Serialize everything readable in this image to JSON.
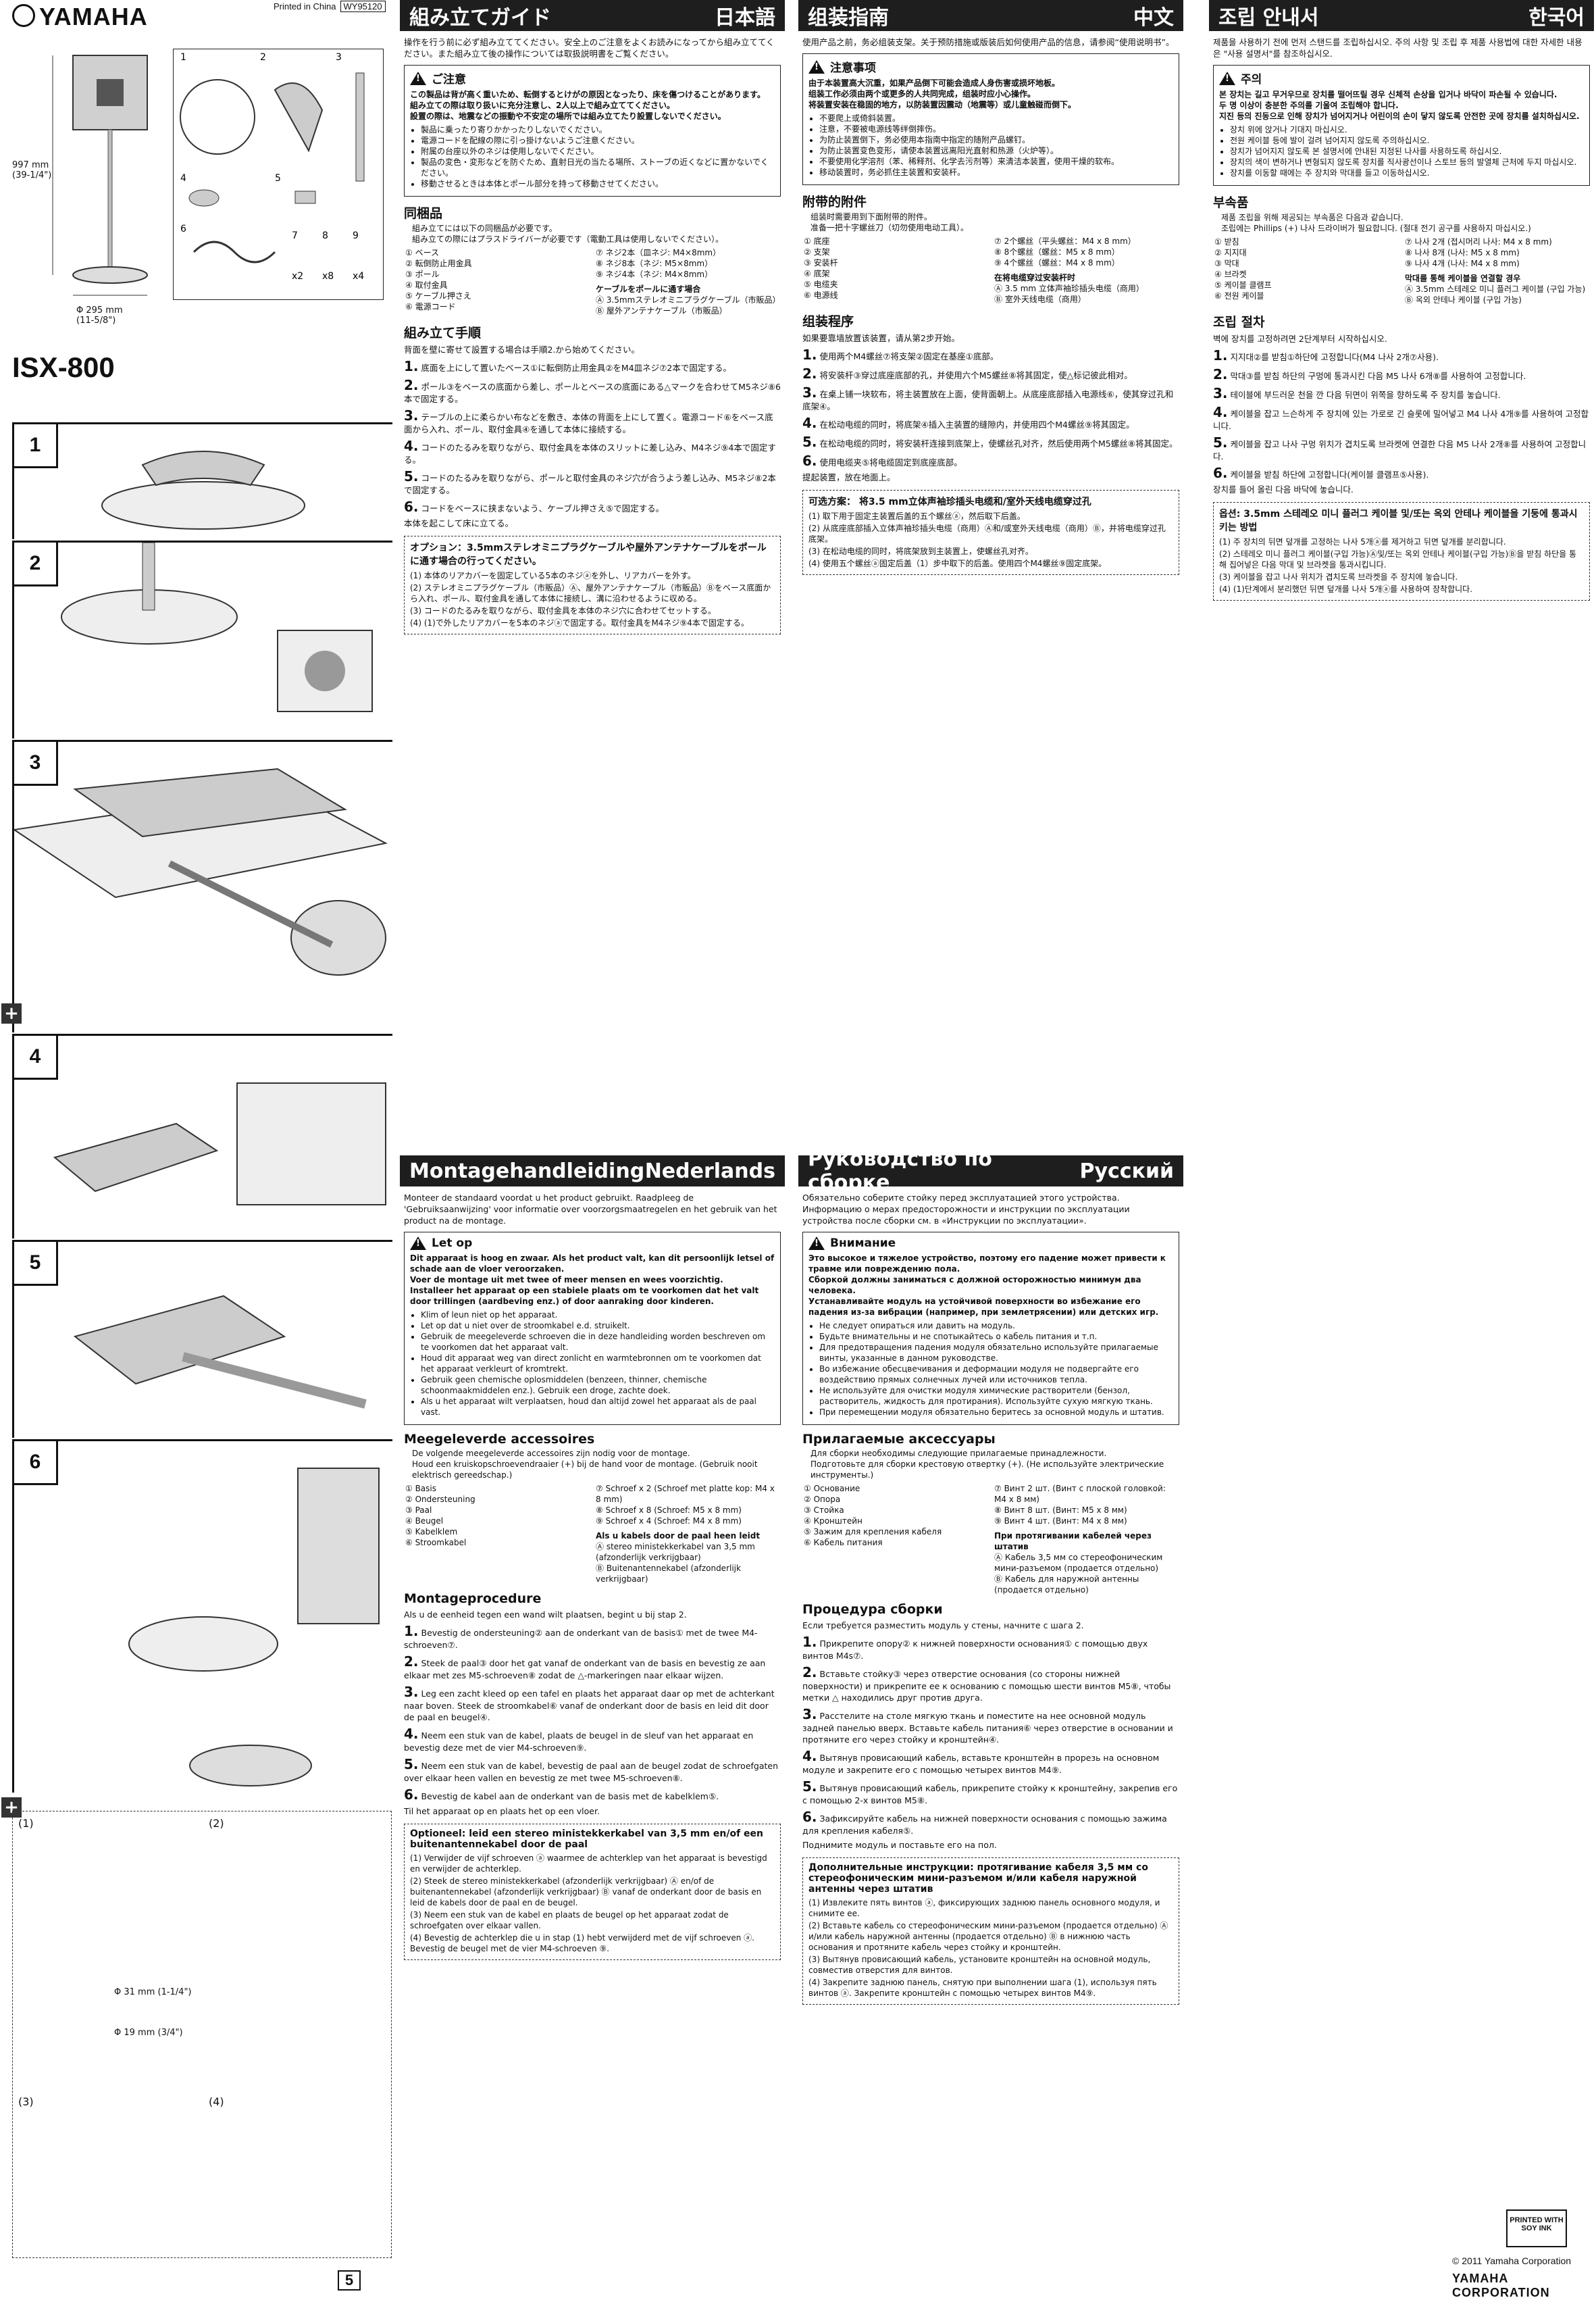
{
  "brand": "YAMAHA",
  "printed": "Printed in China",
  "print_code": "WY95120",
  "model": "ISX-800",
  "dims": {
    "height": "997 mm",
    "height_in": "(39-1/4\")",
    "base": "Φ 295 mm",
    "base_in": "(11-5/8\")",
    "pole1": "Φ 31 mm (1-1/4\")",
    "pole2": "Φ 19 mm (3/4\")"
  },
  "parts_labels": [
    "1",
    "2",
    "3",
    "4",
    "5",
    "6",
    "7",
    "8",
    "9"
  ],
  "parts_qty": [
    "x2",
    "x8",
    "x4"
  ],
  "steps_left": [
    "1",
    "2",
    "3",
    "4",
    "5",
    "6"
  ],
  "sub_steps": [
    "(1)",
    "(2)",
    "(3)",
    "(4)"
  ],
  "next_step": "5",
  "ja": {
    "title": "組み立てガイド",
    "lang": "日本語",
    "intro": "操作を行う前に必ず組み立ててください。安全上のご注意をよくお読みになってから組み立ててください。また組み立て後の操作については取扱説明書をご覧ください。",
    "caution_title": "ご注意",
    "caution_bold": [
      "この製品は背が高く重いため、転倒するとけがの原因となったり、床を傷つけることがあります。",
      "組み立ての際は取り扱いに充分注意し、2人以上で組み立ててください。",
      "設置の際は、地震などの振動や不安定の場所では組み立てたり設置しないでください。"
    ],
    "caution_list": [
      "製品に乗ったり寄りかかったりしないでください。",
      "電源コードを配線の際に引っ掛けないようご注意ください。",
      "附属の台座以外のネジは使用しないでください。",
      "製品の変色・変形などを防ぐため、直射日光の当たる場所、ストーブの近くなどに置かないでください。",
      "移動させるときは本体とポール部分を持って移動させてください。"
    ],
    "acc_title": "同梱品",
    "acc_intro": [
      "組み立てには以下の同梱品が必要です。",
      "組み立ての際にはプラスドライバーが必要です（電動工具は使用しないでください）。"
    ],
    "acc_left": [
      "① ベース",
      "② 転倒防止用金具",
      "③ ポール",
      "④ 取付金具",
      "⑤ ケーブル押さえ",
      "⑥ 電源コード"
    ],
    "acc_right": [
      "⑦ ネジ2本（皿ネジ: M4×8mm）",
      "⑧ ネジ8本（ネジ: M5×8mm）",
      "⑨ ネジ4本（ネジ: M4×8mm）"
    ],
    "cable_title": "ケーブルをポールに通す場合",
    "cable_items": [
      "Ⓐ 3.5mmステレオミニプラグケーブル（市販品）",
      "Ⓑ 屋外アンテナケーブル（市販品）"
    ],
    "proc_title": "組み立て手順",
    "proc_intro": "背面を壁に寄せて設置する場合は手順2.から始めてください。",
    "steps": [
      "底面を上にして置いたベース①に転倒防止用金具②をM4皿ネジ⑦2本で固定する。",
      "ポール③をベースの底面から差し、ポールとベースの底面にある△マークを合わせてM5ネジ⑧6本で固定する。",
      "テーブルの上に柔らかい布などを敷き、本体の背面を上にして置く。電源コード⑥をベース底面から入れ、ポール、取付金具④を通して本体に接続する。",
      "コードのたるみを取りながら、取付金具を本体のスリットに差し込み、M4ネジ⑨4本で固定する。",
      "コードのたるみを取りながら、ポールと取付金具のネジ穴が合うよう差し込み、M5ネジ⑧2本で固定する。",
      "コードをベースに挟まないよう、ケーブル押さえ⑤で固定する。"
    ],
    "end": "本体を起こして床に立てる。",
    "opt_title": "オプション：3.5mmステレオミニプラグケーブルや屋外アンテナケーブルをポールに通す場合の行ってください。",
    "opt_steps": [
      "(1) 本体のリアカバーを固定している5本のネジⓐを外し、リアカバーを外す。",
      "(2) ステレオミニプラグケーブル（市販品）Ⓐ、屋外アンテナケーブル（市販品）Ⓑをベース底面から入れ、ポール、取付金具を通して本体に接続し、溝に沿わせるように収める。",
      "(3) コードのたるみを取りながら、取付金具を本体のネジ穴に合わせてセットする。",
      "(4) (1)で外したリアカバーを5本のネジⓐで固定する。取付金具をM4ネジ⑨4本で固定する。"
    ]
  },
  "zh": {
    "title": "组装指南",
    "lang": "中文",
    "intro": "使用产品之前，务必组装支架。关于预防措施或版装后如何使用产品的信息，请参阅“使用说明书”。",
    "caution_title": "注意事项",
    "caution_bold": [
      "由于本装置高大沉重，如果产品倒下可能会造成人身伤害或损坏地板。",
      "组装工作必须由两个或更多的人共同完成，组装时应小心操作。",
      "将装置安装在稳固的地方，以防装置因震动（地震等）或儿童触碰而倒下。"
    ],
    "caution_list": [
      "不要爬上或倚斜装置。",
      "注意，不要被电源线等绊倒摔伤。",
      "为防止装置倒下，务必使用本指南中指定的随附产品螺钉。",
      "为防止装置变色变形，请使本装置远离阳光直射和热源（火炉等）。",
      "不要使用化学溶剂（苯、稀释剂、化学去污剂等）来清洁本装置，使用干燥的软布。",
      "移动装置时，务必抓住主装置和安装杆。"
    ],
    "acc_title": "附带的附件",
    "acc_intro": [
      "组装时需要用到下面附带的附件。",
      "准备一把十字螺丝刀（切勿使用电动工具）。"
    ],
    "acc_left": [
      "① 底座",
      "② 支架",
      "③ 安装杆",
      "④ 底架",
      "⑤ 电缆夹",
      "⑥ 电源线"
    ],
    "acc_right": [
      "⑦ 2个螺丝（平头螺丝：M4 x 8 mm）",
      "⑧ 8个螺丝（螺丝：M5 x 8 mm）",
      "⑨ 4个螺丝（螺丝：M4 x 8 mm）"
    ],
    "cable_title": "在将电缆穿过安装杆时",
    "cable_items": [
      "Ⓐ 3.5 mm 立体声袖珍插头电缆（商用）",
      "Ⓑ 室外天线电缆（商用）"
    ],
    "proc_title": "组装程序",
    "proc_intro": "如果要靠墙放置该装置，请从第2步开始。",
    "steps": [
      "使用两个M4螺丝⑦将支架②固定在基座①底部。",
      "将安装杆③穿过底座底部的孔，并使用六个M5螺丝⑧将其固定，使△标记彼此相对。",
      "在桌上铺一块软布，将主装置放在上面，使背面朝上。从底座底部插入电源线⑥，使其穿过孔和底架④。",
      "在松动电缆的同时，将底架④插入主装置的缝隙内，并使用四个M4螺丝⑨将其固定。",
      "在松动电缆的同时，将安装杆连接到底架上，使螺丝孔对齐，然后使用两个M5螺丝⑧将其固定。",
      "使用电缆夹⑤将电缆固定到底座底部。"
    ],
    "end": "提起装置，放在地面上。",
    "opt_title": "可选方案： 将3.5 mm立体声袖珍插头电缆和/室外天线电缆穿过孔",
    "opt_steps": [
      "(1) 取下用于固定主装置后盖的五个螺丝ⓐ，然后取下后盖。",
      "(2) 从底座底部插入立体声袖珍插头电缆（商用）Ⓐ和/或室外天线电缆（商用）Ⓑ，并将电缆穿过孔底架。",
      "(3) 在松动电缆的同时，将底架放到主装置上，使螺丝孔对齐。",
      "(4) 使用五个螺丝ⓐ固定后盖（1）步中取下的后盖。使用四个M4螺丝⑨固定底架。"
    ]
  },
  "ko": {
    "title": "조립 안내서",
    "lang": "한국어",
    "intro": "제품을 사용하기 전에 먼저 스탠드를 조립하십시오. 주의 사항 및 조립 후 제품 사용법에 대한 자세한 내용은 \"사용 설명서\"를 참조하십시오.",
    "caution_title": "주의",
    "caution_bold": [
      "본 장치는 길고 무거우므로 장치를 떨어뜨릴 경우 신체적 손상을 입거나 바닥이 파손될 수 있습니다.",
      "두 명 이상이 충분한 주의를 기울여 조립해야 합니다.",
      "지진 등의 진동으로 인해 장치가 넘어지거나 어린이의 손이 닿지 않도록 안전한 곳에 장치를 설치하십시오."
    ],
    "caution_list": [
      "장치 위에 앉거나 기대지 마십시오.",
      "전원 케이블 등에 발이 걸려 넘어지지 않도록 주의하십시오.",
      "장치가 넘어지지 않도록 본 설명서에 안내된 지정된 나사를 사용하도록 하십시오.",
      "장치의 색이 변하거나 변형되지 않도록 장치를 직사광선이나 스토브 등의 발열체 근처에 두지 마십시오.",
      "장치를 이동할 때에는 주 장치와 막대를 들고 이동하십시오."
    ],
    "acc_title": "부속품",
    "acc_intro": [
      "제품 조립을 위해 제공되는 부속품은 다음과 같습니다.",
      "조립에는 Phillips (+) 나사 드라이버가 필요합니다. (절대 전기 공구를 사용하지 마십시오.)"
    ],
    "acc_left": [
      "① 받침",
      "② 지지대",
      "③ 막대",
      "④ 브라켓",
      "⑤ 케이블 클램프",
      "⑥ 전원 케이블"
    ],
    "acc_right": [
      "⑦ 나사 2개 (접시머리 나사: M4 x 8 mm)",
      "⑧ 나사 8개 (나사: M5 x 8 mm)",
      "⑨ 나사 4개 (나사: M4 x 8 mm)"
    ],
    "cable_title": "막대를 통해 케이블을 연결할 경우",
    "cable_items": [
      "Ⓐ 3.5mm 스테레오 미니 플러그 케이블 (구입 가능)",
      "Ⓑ 옥외 안테나 케이블 (구입 가능)"
    ],
    "proc_title": "조립 절차",
    "proc_intro": "벽에 장치를 고정하려면 2단계부터 시작하십시오.",
    "steps": [
      "지지대②를 받침①하단에 고정합니다(M4 나사 2개⑦사용).",
      "막대③를 받침 하단의 구멍에 통과시킨 다음 M5 나사 6개⑧를 사용하여 고정합니다.",
      "테이블에 부드러운 천을 깐 다음 뒤면이 위쪽을 향하도록 주 장치를 놓습니다.",
      "케이블을 잡고 느슨하게 주 장치에 있는 가로로 긴 슬롯에 밀어넣고 M4 나사 4개⑨를 사용하여 고정합니다.",
      "케이블을 잡고 나사 구멍 위치가 겹치도록 브라켓에 연결한 다음 M5 나사 2개⑧를 사용하여 고정합니다.",
      "케이블을 받침 하단에 고정합니다(케이블 클램프⑤사용)."
    ],
    "end": "장치를 들어 올린 다음 바닥에 놓습니다.",
    "opt_title": "옵션: 3.5mm 스테레오 미니 플러그 케이블 및/또는 옥외 안테나 케이블을 기둥에 통과시키는 방법",
    "opt_steps": [
      "(1) 주 장치의 뒤면 덮개를 고정하는 나사 5개ⓐ를 제거하고 뒤면 덮개를 분리합니다.",
      "(2) 스테레오 미니 플러그 케이블(구입 가능)Ⓐ및/또는 옥외 안테나 케이블(구입 가능)Ⓑ을 받침 하단을 통해 집어넣은 다음 막대 및 브라켓을 통과시킵니다.",
      "(3) 케이블을 잡고 나사 위치가 겹치도록 브라켓을 주 장치에 놓습니다.",
      "(4) (1)단계에서 분리했던 뒤면 덮개를 나사 5개ⓐ를 사용하여 장착합니다."
    ]
  },
  "nl": {
    "title": "Montagehandleiding",
    "lang": "Nederlands",
    "intro": "Monteer de standaard voordat u het product gebruikt. Raadpleeg de 'Gebruiksaanwijzing' voor informatie over voorzorgsmaatregelen en het gebruik van het product na de montage.",
    "caution_title": "Let op",
    "caution_bold": [
      "Dit apparaat is hoog en zwaar. Als het product valt, kan dit persoonlijk letsel of schade aan de vloer veroorzaken.",
      "Voer de montage uit met twee of meer mensen en wees voorzichtig.",
      "Installeer het apparaat op een stabiele plaats om te voorkomen dat het valt door trillingen (aardbeving enz.) of door aanraking door kinderen."
    ],
    "caution_list": [
      "Klim of leun niet op het apparaat.",
      "Let op dat u niet over de stroomkabel e.d. struikelt.",
      "Gebruik de meegeleverde schroeven die in deze handleiding worden beschreven om te voorkomen dat het apparaat valt.",
      "Houd dit apparaat weg van direct zonlicht en warmtebronnen om te voorkomen dat het apparaat verkleurt of kromtrekt.",
      "Gebruik geen chemische oplosmiddelen (benzeen, thinner, chemische schoonmaakmiddelen enz.). Gebruik een droge, zachte doek.",
      "Als u het apparaat wilt verplaatsen, houd dan altijd zowel het apparaat als de paal vast."
    ],
    "acc_title": "Meegeleverde accessoires",
    "acc_intro": [
      "De volgende meegeleverde accessoires zijn nodig voor de montage.",
      "Houd een kruiskopschroevendraaier (+) bij de hand voor de montage. (Gebruik nooit elektrisch gereedschap.)"
    ],
    "acc_left": [
      "① Basis",
      "② Ondersteuning",
      "③ Paal",
      "④ Beugel",
      "⑤ Kabelklem",
      "⑥ Stroomkabel"
    ],
    "acc_right": [
      "⑦ Schroef x 2 (Schroef met platte kop: M4 x 8 mm)",
      "⑧ Schroef x 8 (Schroef: M5 x 8 mm)",
      "⑨ Schroef x 4 (Schroef: M4 x 8 mm)"
    ],
    "cable_title": "Als u kabels door de paal heen leidt",
    "cable_items": [
      "Ⓐ stereo ministekkerkabel van 3,5 mm (afzonderlijk verkrijgbaar)",
      "Ⓑ Buitenantennekabel (afzonderlijk verkrijgbaar)"
    ],
    "proc_title": "Montageprocedure",
    "proc_intro": "Als u de eenheid tegen een wand wilt plaatsen, begint u bij stap 2.",
    "steps": [
      "Bevestig de ondersteuning② aan de onderkant van de basis① met de twee M4-schroeven⑦.",
      "Steek de paal③ door het gat vanaf de onderkant van de basis en bevestig ze aan elkaar met zes M5-schroeven⑧ zodat de △-markeringen naar elkaar wijzen.",
      "Leg een zacht kleed op een tafel en plaats het apparaat daar op met de achterkant naar boven. Steek de stroomkabel⑥ vanaf de onderkant door de basis en leid dit door de paal en beugel④.",
      "Neem een stuk van de kabel, plaats de beugel in de sleuf van het apparaat en bevestig deze met de vier M4-schroeven⑨.",
      "Neem een stuk van de kabel, bevestig de paal aan de beugel zodat de schroefgaten over elkaar heen vallen en bevestig ze met twee M5-schroeven⑧.",
      "Bevestig de kabel aan de onderkant van de basis met de kabelklem⑤."
    ],
    "end": "Til het apparaat op en plaats het op een vloer.",
    "opt_title": "Optioneel: leid een stereo ministekkerkabel van 3,5 mm en/of een buitenantennekabel door de paal",
    "opt_steps": [
      "(1) Verwijder de vijf schroeven ⓐ waarmee de achterklep van het apparaat is bevestigd en verwijder de achterklep.",
      "(2) Steek de stereo ministekkerkabel (afzonderlijk verkrijgbaar) Ⓐ en/of de buitenantennekabel (afzonderlijk verkrijgbaar) Ⓑ vanaf de onderkant door de basis en leid de kabels door de paal en de beugel.",
      "(3) Neem een stuk van de kabel en plaats de beugel op het apparaat zodat de schroefgaten over elkaar vallen.",
      "(4) Bevestig de achterklep die u in stap (1) hebt verwijderd met de vijf schroeven ⓐ. Bevestig de beugel met de vier M4-schroeven ⑨."
    ]
  },
  "ru": {
    "title": "Руководство по сборке",
    "lang": "Русский",
    "intro": "Обязательно соберите стойку перед эксплуатацией этого устройства. Информацию о мерах предосторожности и инструкции по эксплуатации устройства после сборки см. в «Инструкции по эксплуатации».",
    "caution_title": "Внимание",
    "caution_bold": [
      "Это высокое и тяжелое устройство, поэтому его падение может привести к травме или повреждению пола.",
      "Сборкой должны заниматься с должной осторожностью минимум два человека.",
      "Устанавливайте модуль на устойчивой поверхности во избежание его падения из-за вибрации (например, при землетрясении) или детских игр."
    ],
    "caution_list": [
      "Не следует опираться или давить на модуль.",
      "Будьте внимательны и не спотыкайтесь о кабель питания и т.п.",
      "Для предотвращения падения модуля обязательно используйте прилагаемые винты, указанные в данном руководстве.",
      "Во избежание обесцвечивания и деформации модуля не подвергайте его воздействию прямых солнечных лучей или источников тепла.",
      "Не используйте для очистки модуля химические растворители (бензол, растворитель, жидкость для протирания). Используйте сухую мягкую ткань.",
      "При перемещении модуля обязательно беритесь за основной модуль и штатив."
    ],
    "acc_title": "Прилагаемые аксессуары",
    "acc_intro": [
      "Для сборки необходимы следующие прилагаемые принадлежности.",
      "Подготовьте для сборки крестовую отвертку (+). (Не используйте электрические инструменты.)"
    ],
    "acc_left": [
      "① Основание",
      "② Опора",
      "③ Стойка",
      "④ Кронштейн",
      "⑤ Зажим для крепления кабеля",
      "⑥ Кабель питания"
    ],
    "acc_right": [
      "⑦ Винт 2 шт. (Винт с плоской головкой: M4 x 8 мм)",
      "⑧ Винт 8 шт. (Винт: M5 x 8 мм)",
      "⑨ Винт 4 шт. (Винт: M4 x 8 мм)"
    ],
    "cable_title": "При протягивании кабелей через штатив",
    "cable_items": [
      "Ⓐ Кабель 3,5 мм со стереофоническим мини-разъемом (продается отдельно)",
      "Ⓑ Кабель для наружной антенны (продается отдельно)"
    ],
    "proc_title": "Процедура сборки",
    "proc_intro": "Если требуется разместить модуль у стены, начните с шага 2.",
    "steps": [
      "Прикрепите опору② к нижней поверхности основания① с помощью двух винтов M4s⑦.",
      "Вставьте стойку③ через отверстие основания (со стороны нижней поверхности) и прикрепите ее к основанию с помощью шести винтов M5⑧, чтобы метки △ находились друг против друга.",
      "Расстелите на столе мягкую ткань и поместите на нее основной модуль задней панелью вверх. Вставьте кабель питания⑥ через отверстие в основании и протяните его через стойку и кронштейн④.",
      "Вытянув провисающий кабель, вставьте кронштейн в прорезь на основном модуле и закрепите его с помощью четырех винтов M4⑨.",
      "Вытянув провисающий кабель, прикрепите стойку к кронштейну, закрепив его с помощью 2-х винтов M5⑧.",
      "Зафиксируйте кабель на нижней поверхности основания с помощью зажима для крепления кабеля⑤."
    ],
    "end": "Поднимите модуль и поставьте его на пол.",
    "opt_title": "Дополнительные инструкции: протягивание кабеля 3,5 мм со стереофоническим мини-разъемом и/или кабеля наружной антенны через штатив",
    "opt_steps": [
      "(1) Извлеките пять винтов ⓐ, фиксирующих заднюю панель основного модуля, и снимите ее.",
      "(2) Вставьте кабель со стереофоническим мини-разъемом (продается отдельно) Ⓐ и/или кабель наружной антенны (продается отдельно) Ⓑ в нижнюю часть основания и протяните кабель через стойку и кронштейн.",
      "(3) Вытянув провисающий кабель, установите кронштейн на основной модуль, совместив отверстия для винтов.",
      "(4) Закрепите заднюю панель, снятую при выполнении шага (1), используя пять винтов ⓐ. Закрепите кронштейн с помощью четырех винтов M4⑨."
    ]
  },
  "footer": {
    "copyright": "© 2011 Yamaha Corporation",
    "corp": "YAMAHA CORPORATION",
    "soy": "PRINTED WITH SOY INK"
  }
}
